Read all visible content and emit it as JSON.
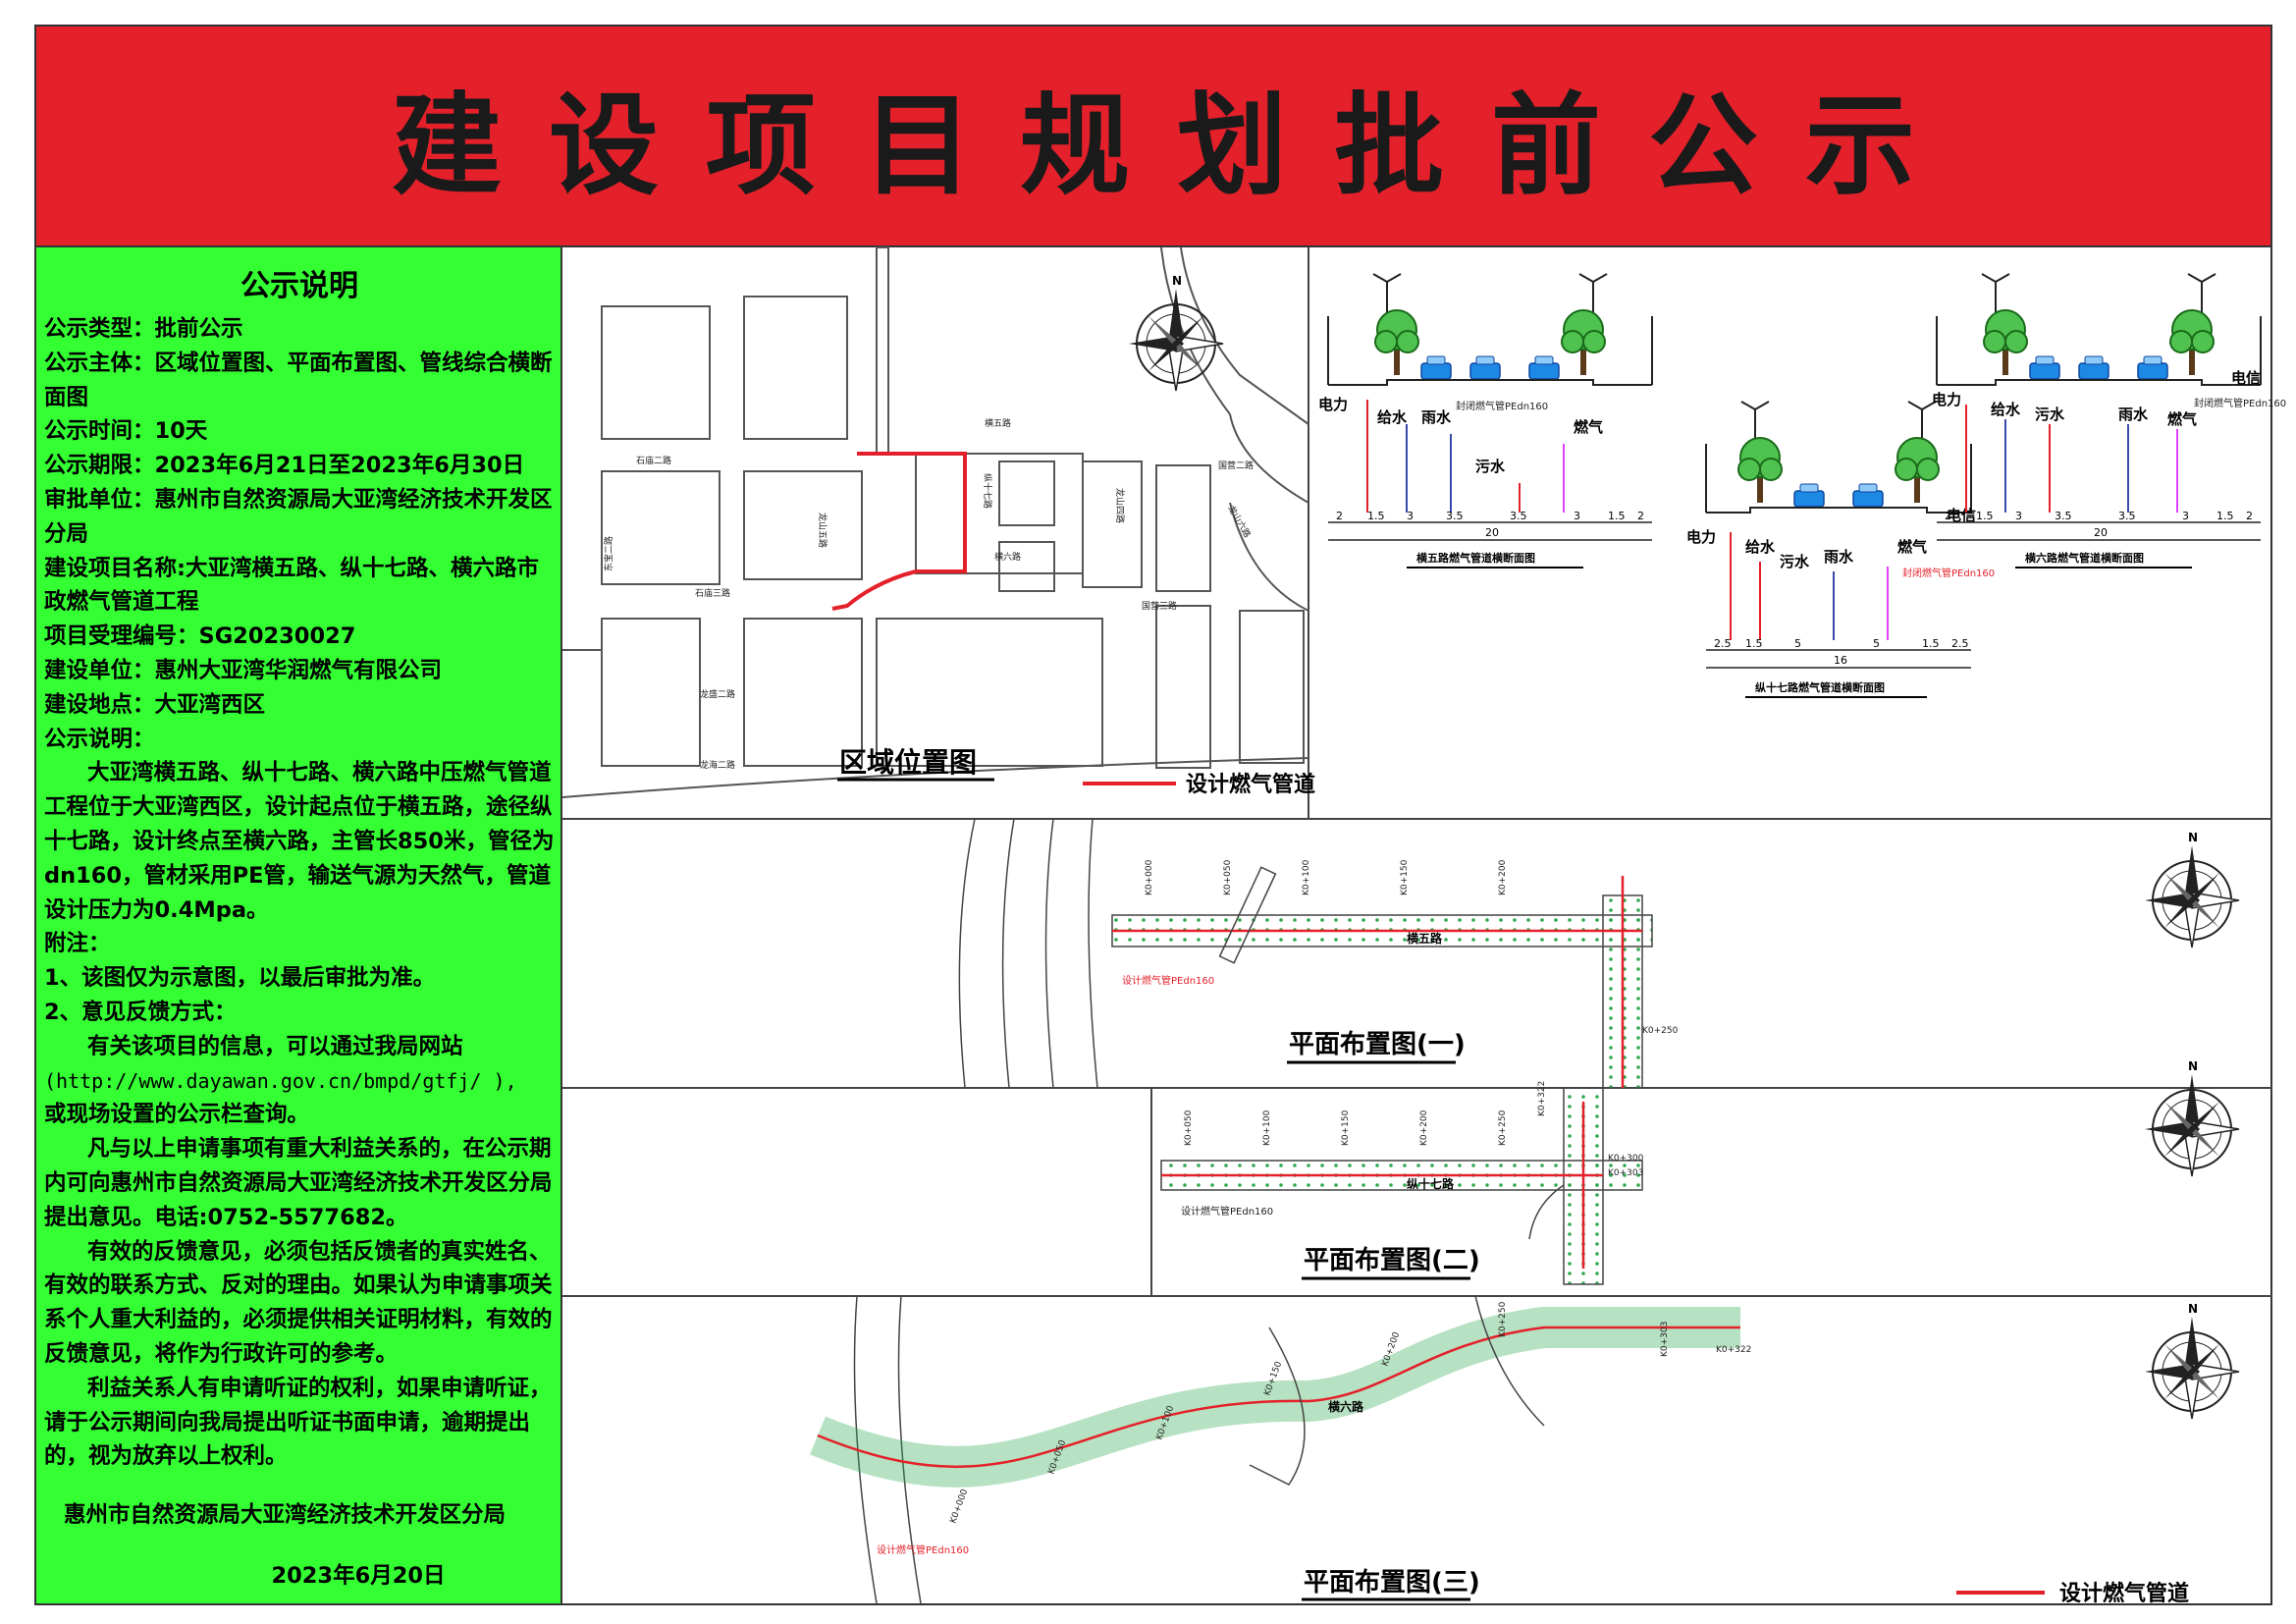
{
  "banner": {
    "title": "建设项目规划批前公示",
    "bg_color": "#e4202a"
  },
  "notice": {
    "bg_color": "#33ff33",
    "heading": "公示说明",
    "type": "公示类型：批前公示",
    "subject": "公示主体：区域位置图、平面布置图、管线综合横断面图",
    "duration": "公示时间：10天",
    "period": "公示期限：2023年6月21日至2023年6月30日",
    "approver": "审批单位：惠州市自然资源局大亚湾经济技术开发区分局",
    "project_name": "建设项目名称:大亚湾横五路、纵十七路、横六路市政燃气管道工程",
    "case_no": "项目受理编号：SG20230027",
    "builder": "建设单位：惠州大亚湾华润燃气有限公司",
    "site": "建设地点：大亚湾西区",
    "desc_label": "公示说明：",
    "desc": "大亚湾横五路、纵十七路、横六路中压燃气管道工程位于大亚湾西区，设计起点位于横五路，途径纵十七路，设计终点至横六路，主管长850米，管径为dn160，管材采用PE管，输送气源为天然气，管道设计压力为0.4Mpa。",
    "notes_label": "附注：",
    "note1": "1、该图仅为示意图，以最后审批为准。",
    "note2": "2、意见反馈方式：",
    "fb_para1": "有关该项目的信息，可以通过我局网站",
    "fb_url": "(http://www.dayawan.gov.cn/bmpd/gtfj/ ),",
    "fb_para1_end": "或现场设置的公示栏查询。",
    "fb_para2": "凡与以上申请事项有重大利益关系的，在公示期内可向惠州市自然资源局大亚湾经济技术开发区分局提出意见。电话:0752-5577682。",
    "fb_para3": "有效的反馈意见，必须包括反馈者的真实姓名、有效的联系方式、反对的理由。如果认为申请事项关系个人重大利益的，必须提供相关证明材料，有效的反馈意见，将作为行政许可的参考。",
    "fb_para4": "利益关系人有申请听证的权利，如果申请听证，请于公示期间向我局提出听证书面申请，逾期提出的，视为放弃以上权利。",
    "sign_org": "惠州市自然资源局大亚湾经济技术开发区分局",
    "sign_date": "2023年6月20日"
  },
  "location_map": {
    "title": "区域位置图",
    "legend_label": "设计燃气管道",
    "pipe_color": "#e4202a",
    "roads": [
      "东宝二路",
      "石庙二路",
      "石庙三路",
      "龙盛二路",
      "龙海二路",
      "国营三路",
      "国营二路",
      "龙山五路",
      "龙山四路",
      "龙山六路",
      "纵十七路",
      "横五路",
      "横六路"
    ]
  },
  "cross_sections": {
    "left": {
      "labels": [
        "电力",
        "给水",
        "雨水",
        "污水",
        "燃气"
      ],
      "pipe_note": "封闭燃气管PEdn160",
      "width_total": "20",
      "dims": [
        "2",
        "1.5",
        "3",
        "3.5",
        "3.5",
        "3",
        "1.5",
        "2"
      ],
      "title": "横五路燃气管道横断面图"
    },
    "middle": {
      "labels": [
        "电力",
        "给水",
        "雨水",
        "污水",
        "燃气",
        "电信"
      ],
      "pipe_note": "封闭燃气管PEdn160",
      "width_total": "16",
      "dims": [
        "2.5",
        "1.5",
        "5",
        "5",
        "1.5",
        "2.5"
      ],
      "title": "纵十七路燃气管道横断面图"
    },
    "right": {
      "labels": [
        "电力",
        "给水",
        "污水",
        "雨水",
        "燃气",
        "电信"
      ],
      "pipe_note": "封闭燃气管PEdn160",
      "width_total": "20",
      "dims": [
        "2",
        "1.5",
        "3",
        "3.5",
        "3.5",
        "3",
        "1.5",
        "2"
      ],
      "title": "横六路燃气管道横断面图"
    }
  },
  "plans": {
    "plan1": {
      "title": "平面布置图(一)",
      "road": "横五路",
      "stations": [
        "K0+000",
        "K0+050",
        "K0+100",
        "K0+150",
        "K0+200",
        "K0+250"
      ],
      "pipe_note": "设计燃气管PEdn160"
    },
    "plan2": {
      "title": "平面布置图(二)",
      "road": "纵十七路",
      "stations": [
        "K0+050",
        "K0+100",
        "K0+150",
        "K0+200",
        "K0+250",
        "K0+300",
        "K0+303",
        "K0+322"
      ],
      "pipe_note": "设计燃气管PEdn160"
    },
    "plan3": {
      "title": "平面布置图(三)",
      "road": "横六路",
      "stations": [
        "K0+000",
        "K0+050",
        "K0+100",
        "K0+150",
        "K0+200",
        "K0+250",
        "K0+303",
        "K0+322"
      ],
      "pipe_note": "设计燃气管PEdn160",
      "legend_label": "设计燃气管道"
    },
    "north": "N"
  }
}
